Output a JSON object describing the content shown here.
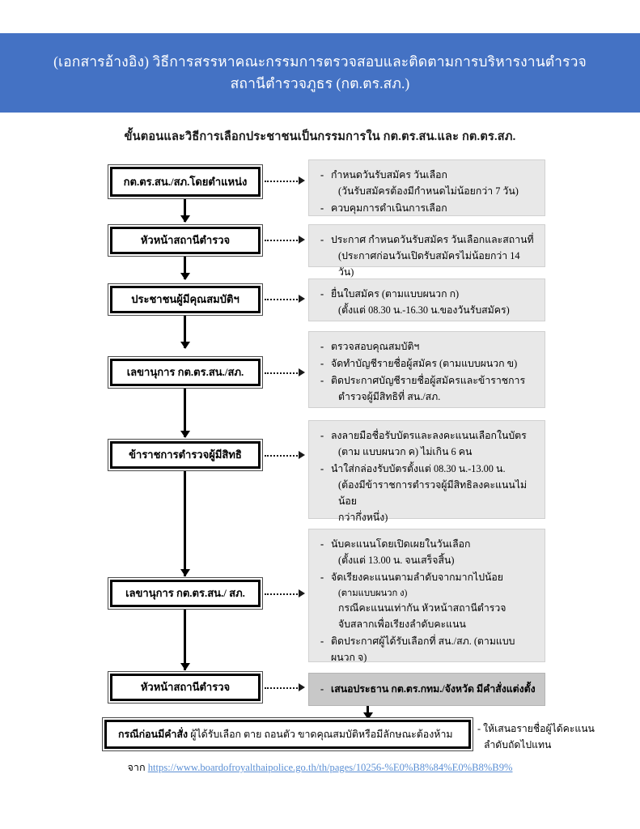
{
  "header": {
    "line1": "(เอกสารอ้างอิง)  วิธีการสรรหาคณะกรรมการตรวจสอบและติดตามการบริหารงานตำรวจ",
    "line2": "สถานีตำรวจภูธร (กต.ตร.สภ.)",
    "bg_color": "#4472C4"
  },
  "subtitle": "ขั้นตอนและวิธีการเลือกประชาชนเป็นกรรมการใน กต.ตร.สน.และ กต.ตร.สภ.",
  "flow": {
    "nodes": [
      {
        "id": "n1",
        "label": "กต.ตร.สน./สภ.โดยตำแหน่ง"
      },
      {
        "id": "n2",
        "label": "หัวหน้าสถานีตำรวจ"
      },
      {
        "id": "n3",
        "label": "ประชาชนผู้มีคุณสมบัติฯ"
      },
      {
        "id": "n4",
        "label": "เลขานุการ กต.ตร.สน./สภ."
      },
      {
        "id": "n5",
        "label": "ข้าราชการตำรวจผู้มีสิทธิ"
      },
      {
        "id": "n6",
        "label": "เลขานุการ กต.ตร.สน./ สภ."
      },
      {
        "id": "n7",
        "label": "หัวหน้าสถานีตำรวจ"
      }
    ],
    "notes": [
      {
        "id": "note1",
        "items": [
          {
            "bullet": "-",
            "lines": [
              {
                "text": "กำหนดวันรับสมัคร วันเลือก"
              },
              {
                "text": "(วันรับสมัครต้องมีกำหนดไม่น้อยกว่า 7 วัน)",
                "sub": true
              }
            ]
          },
          {
            "bullet": "-",
            "lines": [
              {
                "text": "ควบคุมการดำเนินการเลือก"
              }
            ]
          }
        ]
      },
      {
        "id": "note2",
        "items": [
          {
            "bullet": "-",
            "lines": [
              {
                "text": "ประกาศ กำหนดวันรับสมัคร วันเลือกและสถานที่"
              },
              {
                "text": "(ประกาศก่อนวันเปิดรับสมัครไม่น้อยกว่า 14 วัน)",
                "sub": true
              }
            ]
          }
        ]
      },
      {
        "id": "note3",
        "items": [
          {
            "bullet": "-",
            "lines": [
              {
                "text": "ยื่นใบสมัคร (ตามแบบผนวก ก)"
              },
              {
                "text": "(ตั้งแต่ 08.30 น.-16.30 น.ของวันรับสมัคร)",
                "sub": true
              }
            ]
          }
        ]
      },
      {
        "id": "note4",
        "items": [
          {
            "bullet": "-",
            "lines": [
              {
                "text": "ตรวจสอบคุณสมบัติฯ"
              }
            ]
          },
          {
            "bullet": "-",
            "lines": [
              {
                "text": "จัดทำบัญชีรายชื่อผู้สมัคร (ตามแบบผนวก ข)"
              }
            ]
          },
          {
            "bullet": "-",
            "lines": [
              {
                "text": "ติดประกาศบัญชีรายชื่อผู้สมัครและข้าราชการ"
              },
              {
                "text": "ตำรวจผู้มีสิทธิที่ สน./สภ.",
                "sub": true
              }
            ]
          }
        ]
      },
      {
        "id": "note5",
        "items": [
          {
            "bullet": "-",
            "lines": [
              {
                "text": "ลงลายมือชื่อรับบัตรและลงคะแนนเลือกในบัตร"
              },
              {
                "text": "(ตาม แบบผนวก ค)  ไม่เกิน 6  คน",
                "sub": true
              }
            ]
          },
          {
            "bullet": "-",
            "lines": [
              {
                "text": "นำใส่กล่องรับบัตรตั้งแต่ 08.30 น.-13.00 น."
              },
              {
                "text": "(ต้องมีข้าราชการตำรวจผู้มีสิทธิลงคะแนนไม่น้อย",
                "sub": true
              },
              {
                "text": "กว่ากึ่งหนึ่ง)",
                "sub": true
              }
            ]
          }
        ]
      },
      {
        "id": "note6",
        "items": [
          {
            "bullet": "-",
            "lines": [
              {
                "text": "นับคะแนนโดยเปิดเผยในวันเลือก"
              },
              {
                "text": "(ตั้งแต่ 13.00 น. จนเสร็จสิ้น)",
                "sub": true
              }
            ]
          },
          {
            "bullet": "-",
            "lines": [
              {
                "text": "จัดเรียงคะแนนตามลำดับจากมากไปน้อย"
              },
              {
                "text": "(ตามแบบผนวก ง)",
                "sub": true
              },
              {
                "text": "กรณีคะแนนเท่ากัน",
                "sub": true,
                "underline": true,
                "after": "  หัวหน้าสถานีตำรวจ"
              },
              {
                "text": "จับสลากเพื่อเรียงลำดับคะแนน",
                "sub": true
              }
            ]
          },
          {
            "bullet": "-",
            "lines": [
              {
                "text": "ติดประกาศผู้ได้รับเลือกที่ สน./สภ. (ตามแบบผนวก จ)"
              }
            ]
          }
        ]
      },
      {
        "id": "note7",
        "dark": true,
        "items": [
          {
            "bullet": "-",
            "lines": [
              {
                "text": "เสนอประธาน กต.ตร.กทม./จังหวัด มีคำสั่งแต่งตั้ง",
                "bold": true
              }
            ]
          }
        ]
      }
    ]
  },
  "bottom": {
    "lead": "กรณีก่อนมีคำสั่ง",
    "rest": " ผู้ได้รับเลือก ตาย ถอนตัว ขาดคุณสมบัติหรือมีลักษณะต้องห้าม",
    "annot_line1": "- ให้เสนอรายชื่อผู้ได้คะแนน",
    "annot_line2": "ลำดับถัดไปแทน"
  },
  "source": {
    "prefix": "จาก ",
    "url": "https://www.boardofroyalthaipolice.go.th/th/pages/10256-%E0%B8%84%E0%B8%B9%"
  }
}
